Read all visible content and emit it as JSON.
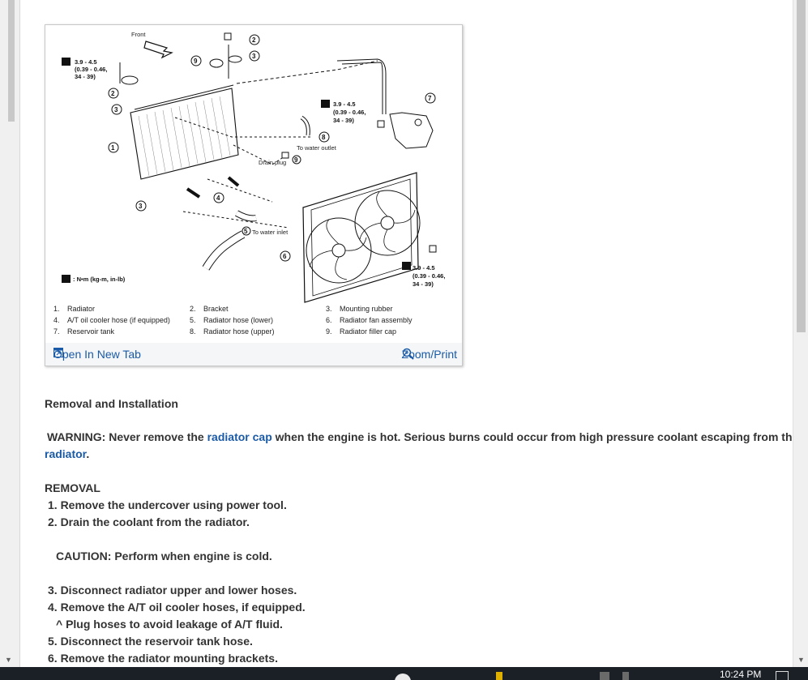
{
  "figure": {
    "front_label": "Front",
    "torque_specs": {
      "top_left": [
        "3.9 - 4.5",
        "(0.39 - 0.46,",
        "34 - 39)"
      ],
      "right_middle": [
        "3.9 - 4.5",
        "(0.39 - 0.46,",
        "34 - 39)"
      ],
      "bottom_right": [
        "3.9 - 4.5",
        "(0.39 - 0.46,",
        "34 - 39)"
      ]
    },
    "unit_legend": ": N•m (kg-m, in-lb)",
    "labels": {
      "to_water_outlet": "To water outlet",
      "drain_plug": "Drain plug",
      "to_water_inlet": "To water inlet"
    },
    "callouts": [
      "1",
      "2",
      "3",
      "4",
      "5",
      "6",
      "7",
      "8",
      "9"
    ],
    "legend": [
      [
        {
          "n": "1.",
          "label": "Radiator"
        },
        {
          "n": "2.",
          "label": "Bracket"
        },
        {
          "n": "3.",
          "label": "Mounting rubber"
        }
      ],
      [
        {
          "n": "4.",
          "label": "A/T oil cooler hose (if equipped)"
        },
        {
          "n": "5.",
          "label": "Radiator hose (lower)"
        },
        {
          "n": "6.",
          "label": "Radiator fan assembly"
        }
      ],
      [
        {
          "n": "7.",
          "label": "Reservoir tank"
        },
        {
          "n": "8.",
          "label": "Radiator hose (upper)"
        },
        {
          "n": "9.",
          "label": "Radiator filler cap"
        }
      ]
    ],
    "open_new_tab": "Open In New Tab",
    "zoom_print": "Zoom/Print"
  },
  "article": {
    "heading": "Removal and Installation",
    "warning_prefix": "WARNING: Never remove the ",
    "warning_link1": "radiator cap",
    "warning_mid": " when the engine is hot. Serious burns could occur from high pressure coolant escaping from the",
    "warning_link2": "radiator",
    "warning_end": ".",
    "removal_heading": "REMOVAL",
    "steps_a": [
      "1. Remove the undercover using power tool.",
      "2. Drain the coolant from the radiator."
    ],
    "caution": "CAUTION: Perform when engine is cold.",
    "steps_b": [
      "3. Disconnect radiator upper and lower hoses.",
      "4. Remove the A/T oil cooler hoses, if equipped."
    ],
    "substep": "^  Plug hoses to avoid leakage of A/T fluid.",
    "steps_c": [
      "5. Disconnect the reservoir tank hose.",
      "6. Remove the radiator mounting brackets."
    ]
  },
  "taskbar": {
    "clock": "10:24 PM"
  }
}
